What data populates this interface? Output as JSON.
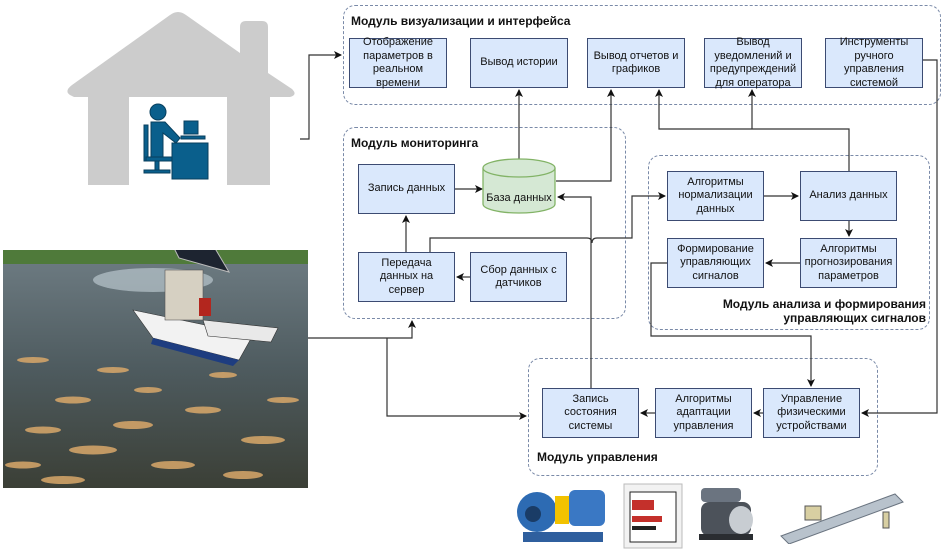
{
  "modules": {
    "visualization": {
      "title": "Модуль визуализации и интерфейса",
      "boxes": [
        "Отображение параметров в реальном времени",
        "Вывод истории",
        "Вывод отчетов и графиков",
        "Вывод уведомлений и предупреждений для оператора",
        "Инструменты ручного управления системой"
      ]
    },
    "monitoring": {
      "title": "Модуль мониторинга",
      "boxes": {
        "record": "Запись данных",
        "database": "База данных",
        "transfer": "Передача данных на сервер",
        "collect": "Сбор данных с датчиков"
      }
    },
    "analysis": {
      "title": "Модуль анализа и формирования управляющих сигналов",
      "boxes": {
        "normalization": "Алгоритмы нормализации данных",
        "analysis": "Анализ данных",
        "signals": "Формирование управляющих сигналов",
        "forecast": "Алгоритмы прогнозирования параметров"
      }
    },
    "control": {
      "title": "Модуль управления",
      "boxes": {
        "state": "Запись состояния системы",
        "adaptation": "Алгоритмы адаптации управления",
        "devices": "Управление физическими устройствами"
      }
    }
  },
  "illustrations": {
    "house": "operator-workplace",
    "pond": "solar-powered-aerator-boat-in-fish-pond",
    "devices": [
      "water-pump",
      "feed-bag",
      "air-compressor",
      "screw-conveyor"
    ]
  },
  "colors": {
    "box_fill": "#dae8fc",
    "box_border": "#3c4b72",
    "db_fill": "#d5e8d4",
    "db_border": "#82b366",
    "module_border": "#7a8aa8",
    "house": "#cccccc",
    "operator": "#0a5f8c"
  }
}
